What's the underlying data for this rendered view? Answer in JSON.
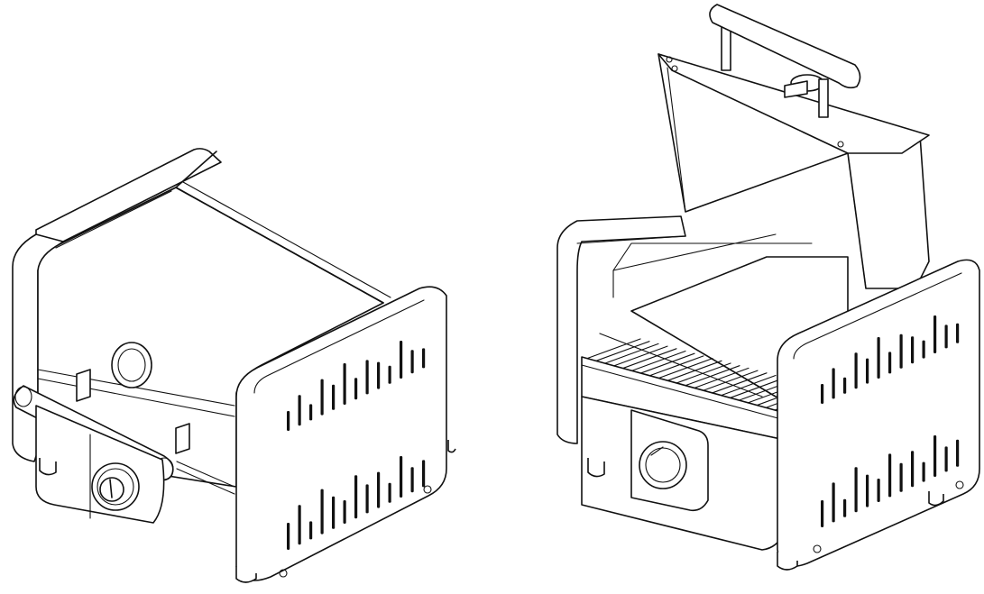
{
  "figure": {
    "views": [
      {
        "name": "grill-closed-view",
        "lid": "closed"
      },
      {
        "name": "grill-open-view",
        "lid": "open"
      }
    ],
    "colors": {
      "line": "#111111",
      "background": "#ffffff"
    }
  }
}
